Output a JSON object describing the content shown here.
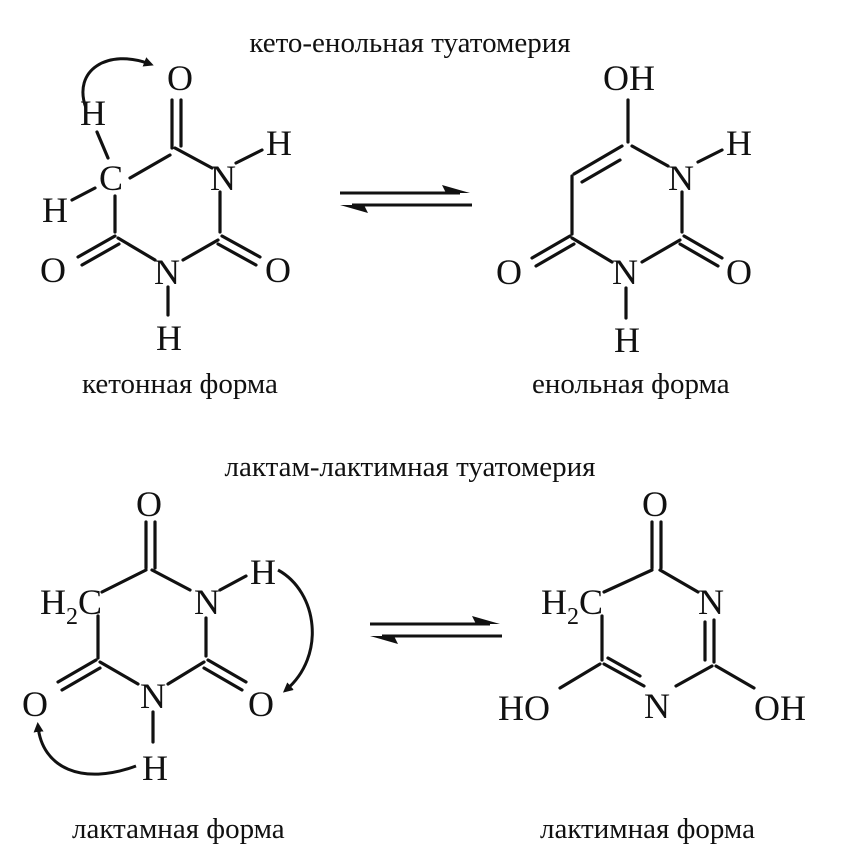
{
  "sections": {
    "keto_enol": {
      "heading": "кето-енольная туатомерия",
      "left_caption": "кетонная  форма",
      "right_caption": "енольная  форма"
    },
    "lactam_lactim": {
      "heading": "лактам-лактимная туатомерия",
      "left_caption": "лактамная форма",
      "right_caption": "лактимная  форма"
    }
  },
  "atoms": {
    "O": "O",
    "N": "N",
    "H": "H",
    "C": "C",
    "OH": "OH",
    "HO": "HO",
    "H2": "H",
    "sub2": "2",
    "C_after": "C"
  }
}
